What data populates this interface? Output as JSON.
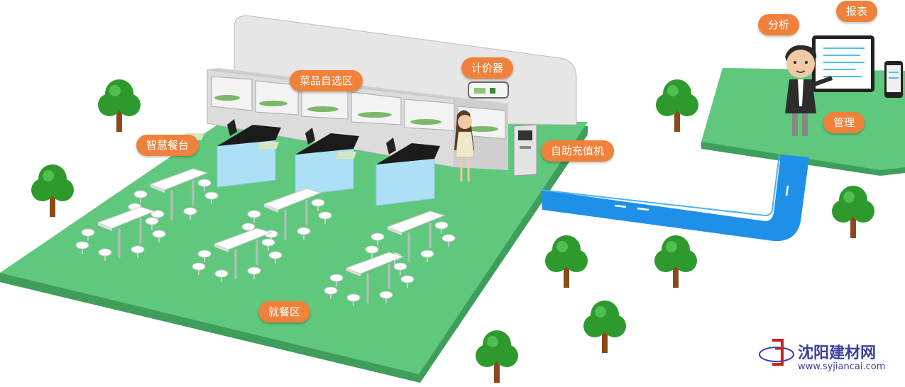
{
  "labels": {
    "smart_table": "智慧餐台",
    "dish_area": "菜品自选区",
    "pricer": "计价器",
    "recharge": "自助充值机",
    "dining": "就餐区",
    "analysis": "分析",
    "report": "报表",
    "manage": "管理"
  },
  "watermark": {
    "name": "沈阳建材网",
    "url": "www.syjiancai.com"
  },
  "colors": {
    "grass": "#5fc87d",
    "grass_edge": "#3f9e5b",
    "road": "#1e90e8",
    "label": "#f0813a",
    "tree": "#2e9a2e",
    "trunk": "#8a4a1c",
    "counter": "#aee0f5",
    "wall": "#d9d9d9"
  },
  "icons": [
    "tree-icon",
    "cashier-terminal-icon",
    "kiosk-icon",
    "monitor-icon",
    "tablet-icon",
    "manager-figure-icon",
    "customer-figure-icon"
  ]
}
